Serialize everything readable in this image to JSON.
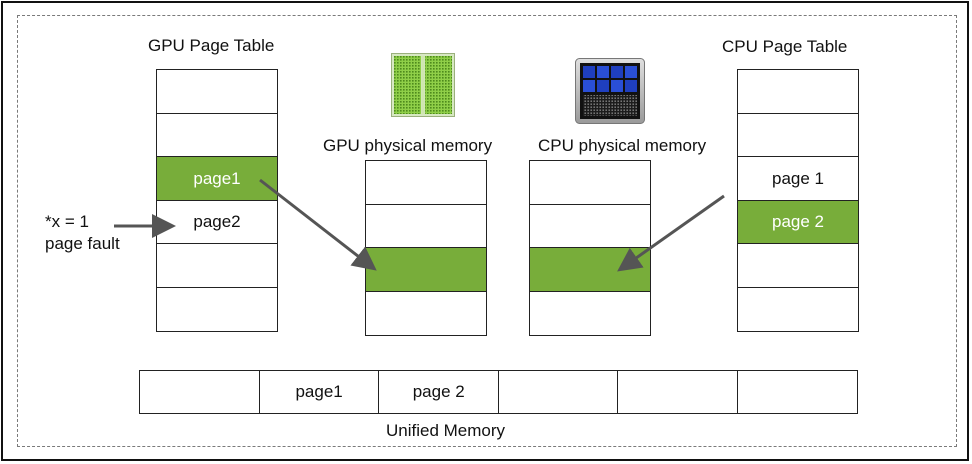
{
  "titles": {
    "gpu_page_table": "GPU Page Table",
    "cpu_page_table": "CPU Page Table",
    "gpu_physical_memory": "GPU physical memory",
    "cpu_physical_memory": "CPU physical memory",
    "unified_memory": "Unified Memory"
  },
  "annotation": {
    "line1": "*x = 1",
    "line2": "page fault"
  },
  "gpu_page_table": [
    "",
    "",
    "page1",
    "page2",
    "",
    ""
  ],
  "cpu_page_table": [
    "",
    "",
    "page 1",
    "page 2",
    "",
    ""
  ],
  "gpu_physical_memory": [
    "",
    "",
    "",
    ""
  ],
  "cpu_physical_memory": [
    "",
    "",
    "",
    ""
  ],
  "unified_memory": [
    "",
    "page1",
    "page 2",
    "",
    "",
    ""
  ],
  "colors": {
    "accent_green": "#78ad3a",
    "arrow_gray": "#555555",
    "gpu_chip_green": "#7fbf3a",
    "cpu_chip_blue": "#1f3fbf"
  },
  "icons": {
    "gpu": "gpu-chip-icon",
    "cpu": "cpu-chip-icon"
  }
}
